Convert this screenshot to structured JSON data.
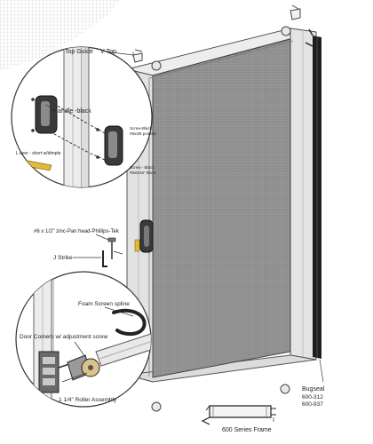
{
  "labels": {
    "top_guide": "Top Guide",
    "v_top": "V-Top",
    "handle_black": "Handle -black",
    "lever": "L ever - short w/dimple",
    "screw_pointed_1": "Screw-Black",
    "screw_pointed_2": "#8x3/8 pointed",
    "screw_blunt_1": "Screw - Black",
    "screw_blunt_2": "#8x5/16\" Blunt",
    "pan_head": "#6 x 1/2\" zinc-Pan head-Phillips-Tek",
    "j_strike": "J Strike",
    "foam_spline": "Foam Screen spline",
    "door_corners": "Door Comers w/ adjustment screw",
    "roller": "1 1/4\" Roller Assembly",
    "bugseal": "Bugseal",
    "part_312": "600-312",
    "part_937": "600-937",
    "frame": "600 Series Frame"
  },
  "colors": {
    "frame_aluminum": "#e6e6e6",
    "frame_edge": "#555555",
    "screen_mesh": "#8f8f8f",
    "bugseal": "#1e1e1e",
    "handle": "#3a3a3a",
    "lever_brass": "#e2b93b",
    "roller_wheel": "#d9c38a"
  }
}
